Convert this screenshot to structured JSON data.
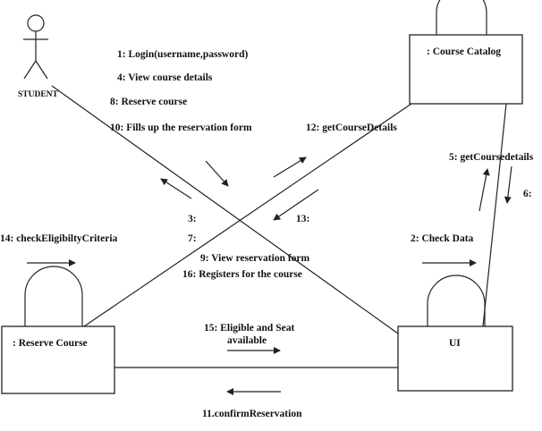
{
  "actor": {
    "name": "STUDENT"
  },
  "objects": {
    "course_catalog": ": Course Catalog",
    "reserve_course": ": Reserve Course",
    "ui": "UI"
  },
  "messages": {
    "m1": "1: Login(username,password)",
    "m4": "4: View course details",
    "m8": "8: Reserve course",
    "m10": "10: Fills up the reservation form",
    "m12": "12: getCourseDetails",
    "m5": "5: getCoursedetails",
    "m6": "6:",
    "m3": "3:",
    "m13": "13:",
    "m7": "7:",
    "m14": "14: checkEligibiltyCriteria",
    "m2": "2: Check Data",
    "m9": "9: View reservation form",
    "m16": "16: Registers for the course",
    "m15_line1": "15: Eligible and Seat",
    "m15_line2": "available",
    "m11": "11.confirmReservation"
  }
}
